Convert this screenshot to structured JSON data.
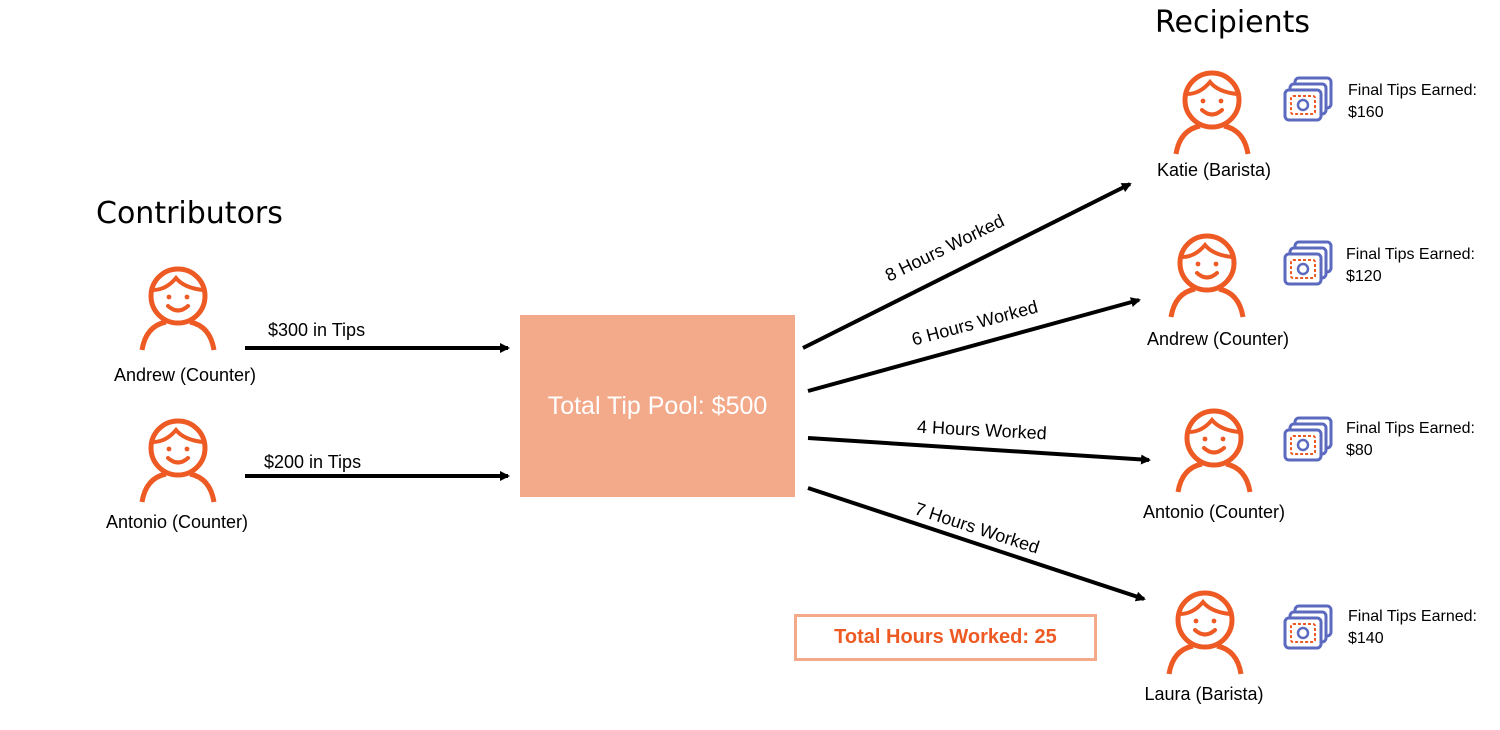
{
  "contributors_title": "Contributors",
  "recipients_title": "Recipients",
  "pool_label": "Total Tip Pool: $500",
  "total_hours_label": "Total Hours Worked: 25",
  "colors": {
    "person": "#ee5a24",
    "pool_fill": "#f2aa8b",
    "money_icon": "#5b6abf",
    "accent_text": "#ee5a24"
  },
  "contributors": [
    {
      "name": "Andrew (Counter)",
      "flow_label": "$300 in Tips"
    },
    {
      "name": "Antonio (Counter)",
      "flow_label": "$200 in Tips"
    }
  ],
  "recipients": [
    {
      "name": "Katie (Barista)",
      "hours_label": "8 Hours Worked",
      "tips_line1": "Final Tips Earned:",
      "tips_line2": "$160"
    },
    {
      "name": "Andrew (Counter)",
      "hours_label": "6 Hours Worked",
      "tips_line1": "Final Tips Earned:",
      "tips_line2": "$120"
    },
    {
      "name": "Antonio (Counter)",
      "hours_label": "4 Hours Worked",
      "tips_line1": "Final Tips Earned:",
      "tips_line2": "$80"
    },
    {
      "name": "Laura (Barista)",
      "hours_label": "7 Hours Worked",
      "tips_line1": "Final Tips Earned:",
      "tips_line2": "$140"
    }
  ]
}
